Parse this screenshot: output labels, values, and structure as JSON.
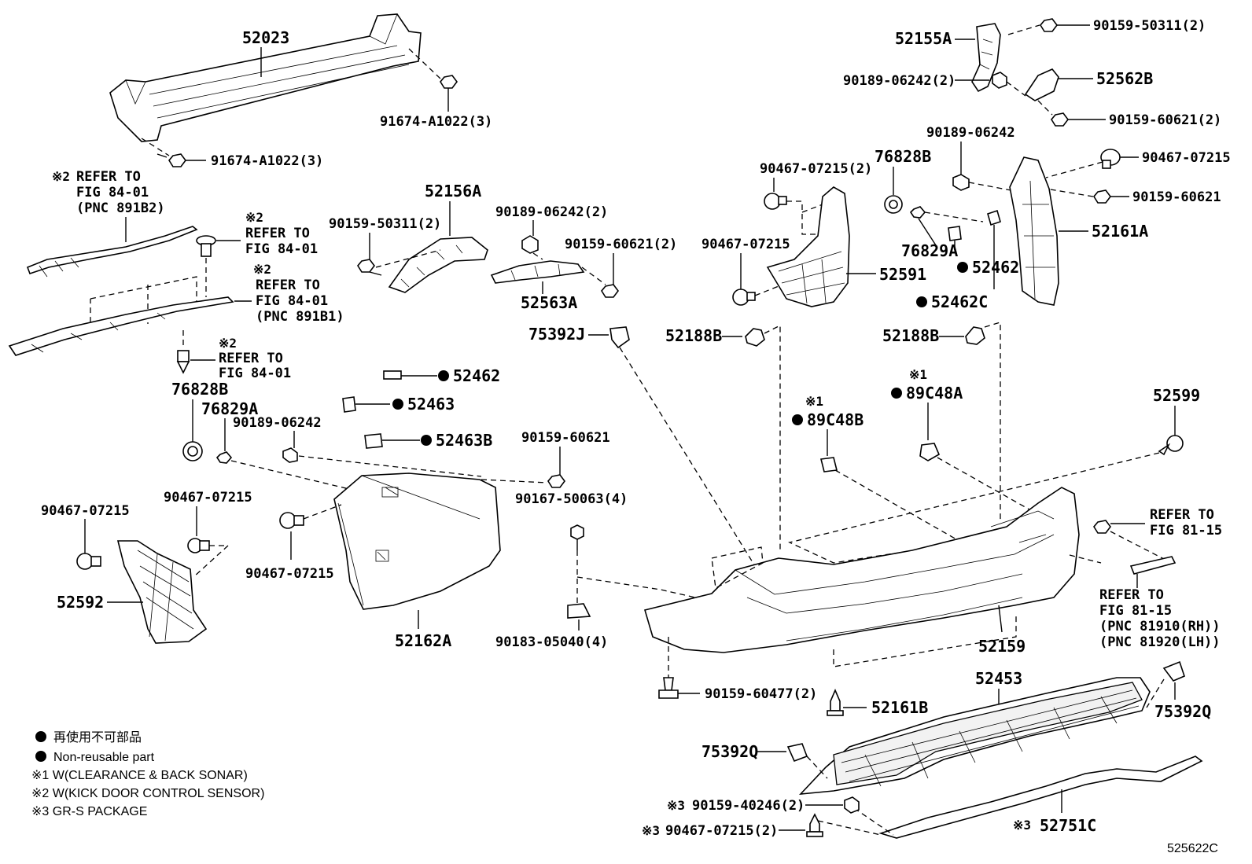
{
  "diagram_id": "525622C",
  "legend": {
    "non_reusable_jp": "再使用不可部品",
    "non_reusable_en": "Non-reusable part",
    "note1": "※1 W(CLEARANCE & BACK SONAR)",
    "note2": "※2 W(KICK DOOR CONTROL SENSOR)",
    "note3": "※3 GR-S PACKAGE"
  },
  "labels": {
    "p52023": "52023",
    "p91674_top": "91674-A1022(3)",
    "p91674_left": "91674-A1022(3)",
    "ref_891b2_mark": "※2",
    "ref_891b2_1": "REFER TO",
    "ref_891b2_2": "FIG 84-01",
    "ref_891b2_3": "(PNC 891B2)",
    "ref_clip_mark": "※2",
    "ref_clip_1": "REFER TO",
    "ref_clip_2": "FIG 84-01",
    "ref_891b1_mark": "※2",
    "ref_891b1_1": "REFER TO",
    "ref_891b1_2": "FIG 84-01",
    "ref_891b1_3": "(PNC 891B1)",
    "ref_pin_mark": "※2",
    "ref_pin_1": "REFER TO",
    "ref_pin_2": "FIG 84-01",
    "p76828B_left": "76828B",
    "p76829A_left": "76829A",
    "p90189_06242_mid": "90189-06242",
    "p52156A": "52156A",
    "p90159_50311_mid": "90159-50311(2)",
    "p90189_06242_2_mid": "90189-06242(2)",
    "p90159_60621_2_mid": "90159-60621(2)",
    "p52563A": "52563A",
    "p75392J": "75392J",
    "p52462_mid": "52462",
    "p52463": "52463",
    "p52463B": "52463B",
    "p90159_60621_mid": "90159-60621",
    "p90167_50063": "90167-50063(4)",
    "p90183_05040": "90183-05040(4)",
    "p90467_07215_l1": "90467-07215",
    "p90467_07215_l2": "90467-07215",
    "p90467_07215_l3": "90467-07215",
    "p52592": "52592",
    "p52162A": "52162A",
    "p52155A": "52155A",
    "p90159_50311_tr": "90159-50311(2)",
    "p90189_06242_2_tr": "90189-06242(2)",
    "p52562B": "52562B",
    "p90159_60621_2_tr": "90159-60621(2)",
    "p90189_06242_tr": "90189-06242",
    "p90467_07215_tr": "90467-07215",
    "p90159_60621_tr": "90159-60621",
    "p52161A": "52161A",
    "p90467_07215_2_c": "90467-07215(2)",
    "p76828B_right": "76828B",
    "p90467_07215_c": "90467-07215",
    "p52591": "52591",
    "p76829A_right": "76829A",
    "p52462_right": "52462",
    "p52462C": "52462C",
    "p52188B_l": "52188B",
    "p52188B_r": "52188B",
    "mark_89C48A": "※1",
    "p89C48A": "89C48A",
    "mark_89C48B": "※1",
    "p89C48B": "89C48B",
    "p52599": "52599",
    "ref_8115_a1": "REFER TO",
    "ref_8115_a2": "FIG 81-15",
    "ref_8115_b1": "REFER TO",
    "ref_8115_b2": "FIG 81-15",
    "ref_8115_b3": "(PNC 81910(RH))",
    "ref_8115_b4": "(PNC 81920(LH))",
    "p52159": "52159",
    "p52453": "52453",
    "p75392Q_r": "75392Q",
    "p75392Q_l": "75392Q",
    "p90159_60477": "90159-60477(2)",
    "p52161B": "52161B",
    "mark3_a": "※3",
    "p90159_40246": "90159-40246(2)",
    "mark3_b": "※3",
    "p90467_07215_2_b": "90467-07215(2)",
    "mark3_c": "※3",
    "p52751C": "52751C"
  }
}
